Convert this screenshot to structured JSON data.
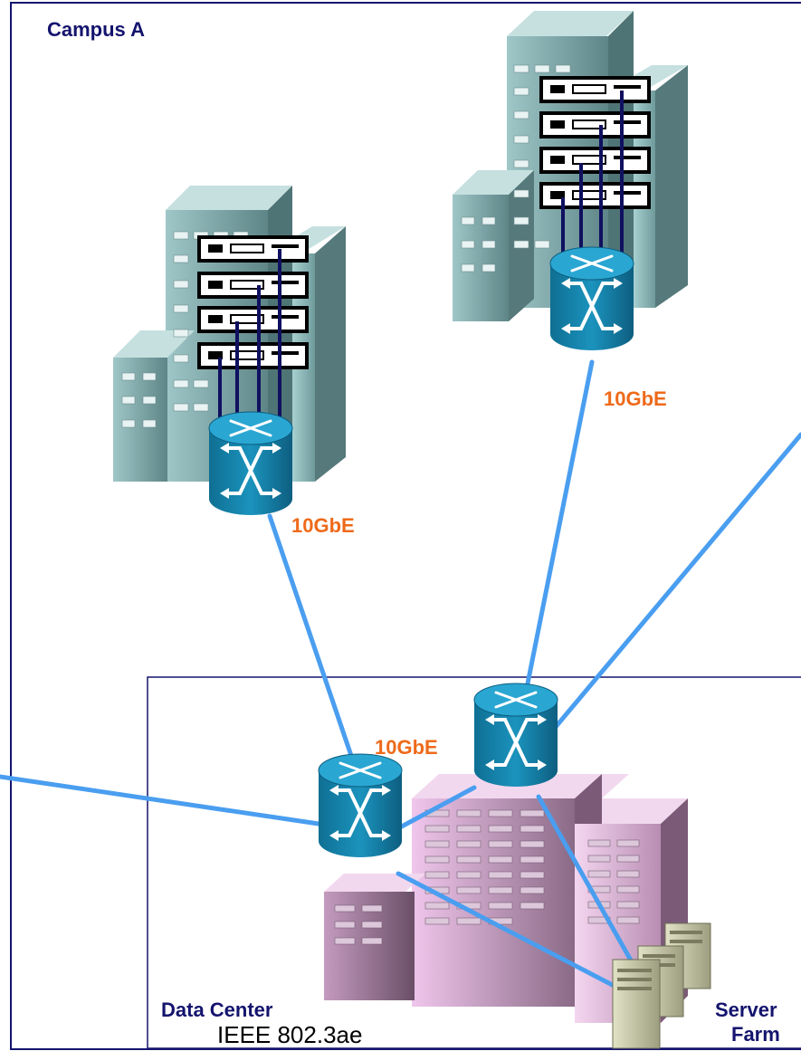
{
  "campus_label": "Campus A",
  "datacenter_label": "Data Center",
  "server_farm_label_line1": "Server",
  "server_farm_label_line2": "Farm",
  "caption": "IEEE 802.3ae",
  "links": [
    {
      "label": "10GbE"
    },
    {
      "label": "10GbE"
    },
    {
      "label": "10GbE"
    }
  ],
  "colors": {
    "link": "#4a9ef0",
    "uplink": "#101060",
    "switch": "#1584aa",
    "campus_text": "#14146e",
    "link_text": "#ee6a1a",
    "office_building": "#8fb4b6",
    "datacenter_building": "#c9a0c4"
  },
  "icons": [
    "office-building-icon",
    "datacenter-building-icon",
    "router-switch-icon",
    "rack-switch-icon",
    "server-icon"
  ]
}
